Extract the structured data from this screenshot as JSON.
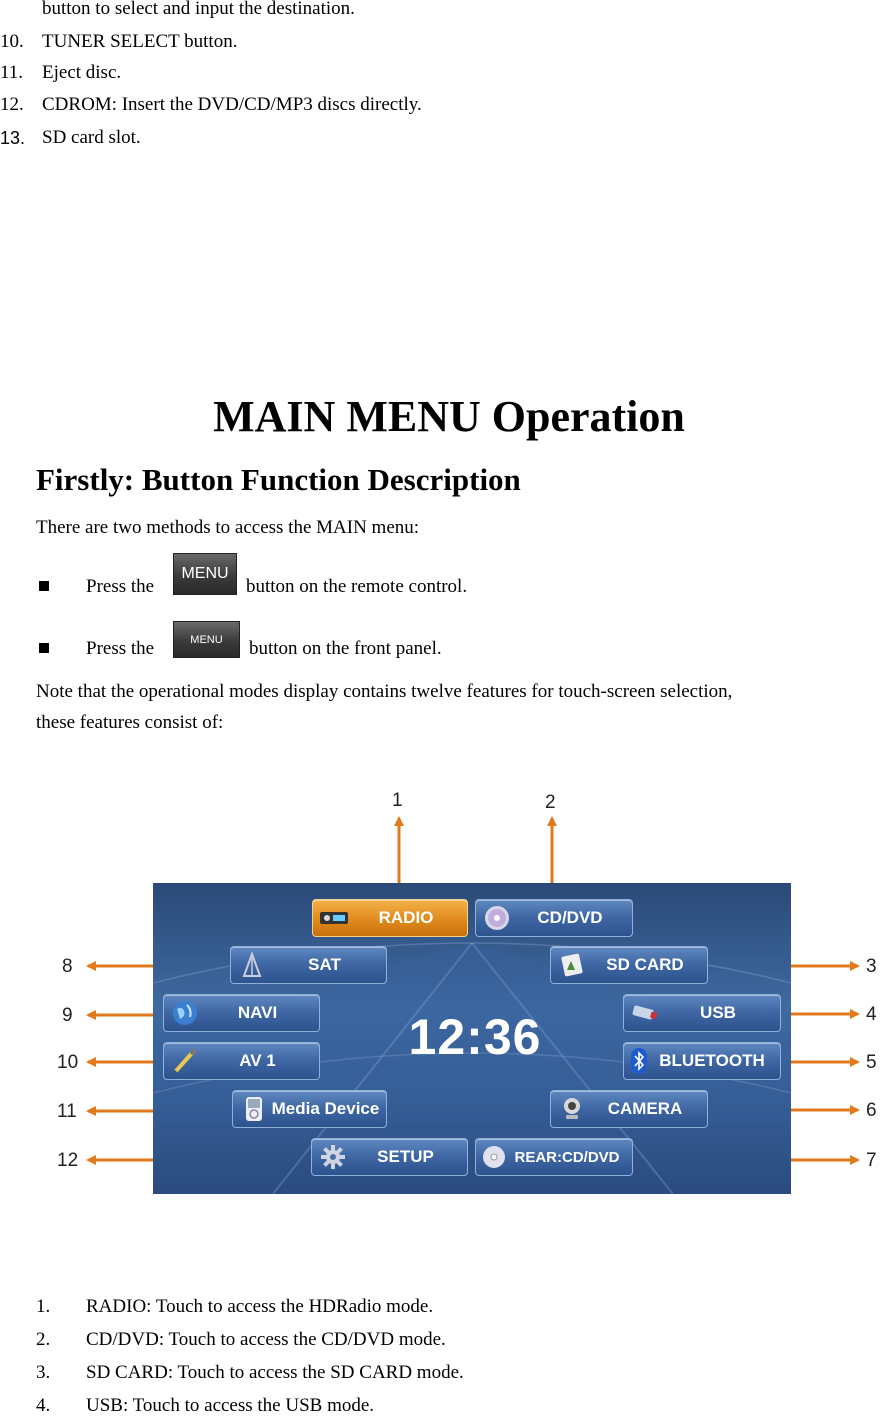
{
  "top_list": {
    "continuation": "button to select and input the destination.",
    "items": [
      {
        "num": "10.",
        "text": "TUNER SELECT button."
      },
      {
        "num": "11.",
        "text": "Eject disc."
      },
      {
        "num": "12.",
        "text": "CDROM: Insert the DVD/CD/MP3 discs directly."
      },
      {
        "num": "13.",
        "text": "SD card slot."
      }
    ]
  },
  "heading": "MAIN MENU Operation",
  "subheading": "Firstly: Button Function Description",
  "intro": "There are two methods to access the MAIN menu:",
  "bullets": [
    {
      "before": "Press the",
      "button": "MENU",
      "after": "button on the remote control."
    },
    {
      "before": "Press the",
      "button": "MENU",
      "after": "button on the front panel."
    }
  ],
  "note_line1": "Note that the operational modes display contains twelve features for touch-screen selection,",
  "note_line2": "these features consist of:",
  "screen": {
    "clock": "12:36",
    "buttons": {
      "radio": "RADIO",
      "cddvd": "CD/DVD",
      "sat": "SAT",
      "sdcard": "SD CARD",
      "navi": "NAVI",
      "usb": "USB",
      "av1": "AV 1",
      "bluetooth": "BLUETOOTH",
      "media": "Media Device",
      "camera": "CAMERA",
      "setup": "SETUP",
      "rear": "REAR:CD/DVD"
    },
    "callouts": [
      "1",
      "2",
      "3",
      "4",
      "5",
      "6",
      "7",
      "8",
      "9",
      "10",
      "11",
      "12"
    ],
    "arrow_color": "#e07a1a"
  },
  "bottom_list": [
    {
      "num": "1.",
      "text": "RADIO: Touch to access the HDRadio mode."
    },
    {
      "num": "2.",
      "text": "CD/DVD: Touch to access the CD/DVD mode."
    },
    {
      "num": "3.",
      "text": "SD CARD: Touch to access the SD CARD mode."
    },
    {
      "num": "4.",
      "text": "USB: Touch to access the USB mode."
    }
  ]
}
